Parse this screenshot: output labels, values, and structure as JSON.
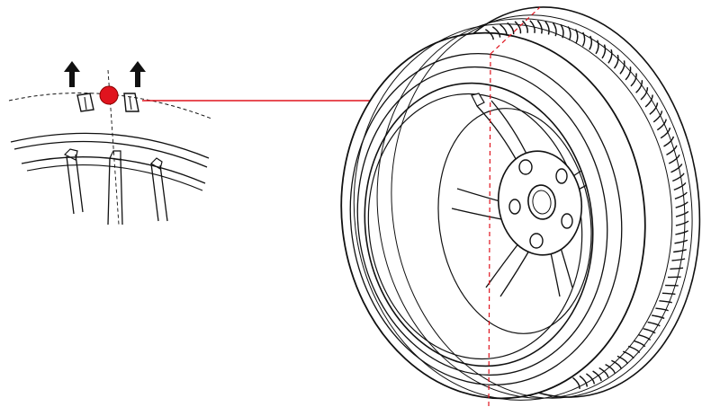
{
  "colors": {
    "line": "#111111",
    "marker": "#e0141e",
    "leader": "#e0141e",
    "background": "#ffffff"
  },
  "icons": {
    "arrows": "up-arrow-icon",
    "marker": "red-dot-marker"
  },
  "detail_view": {
    "arrow_count": 2,
    "marker_count": 1
  },
  "main_view": {
    "subject": "wheel-and-tire",
    "lug_holes": 5,
    "spokes": 5
  }
}
